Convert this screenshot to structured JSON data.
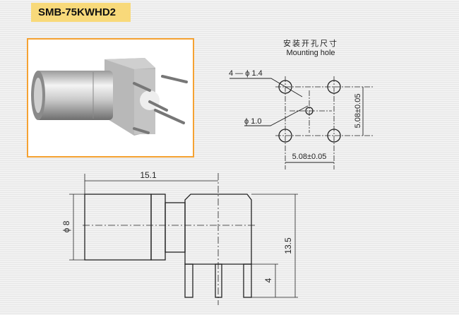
{
  "title": "SMB-75KWHD2",
  "mounting": {
    "title_cn": "安装开孔尺寸",
    "title_en": "Mounting hole",
    "hole_label": "4 — ϕ 1.4",
    "center_label": "ϕ 1.0",
    "pitch_v": "5.08±0.05",
    "pitch_h": "5.08±0.05"
  },
  "side_view": {
    "length": "15.1",
    "diameter": "ϕ 8",
    "height": "13.5",
    "pin_length": "4"
  },
  "colors": {
    "accent_border": "#f5a232",
    "title_bg": "#f8d97a"
  }
}
